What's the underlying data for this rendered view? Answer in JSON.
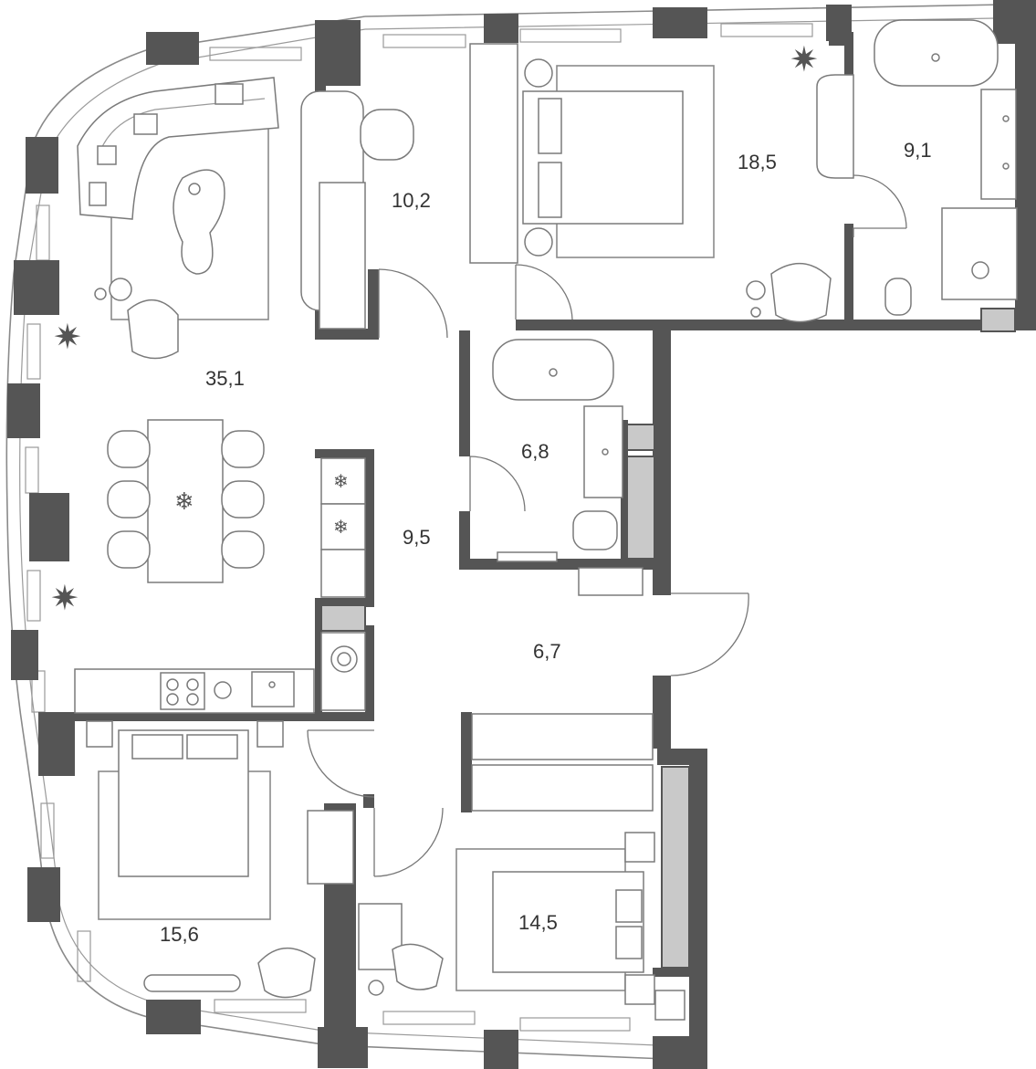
{
  "rooms": [
    {
      "id": "living",
      "area": "35,1"
    },
    {
      "id": "study",
      "area": "10,2"
    },
    {
      "id": "master-bedroom",
      "area": "18,5"
    },
    {
      "id": "master-bathroom",
      "area": "9,1"
    },
    {
      "id": "bathroom",
      "area": "6,8"
    },
    {
      "id": "kitchen",
      "area": "9,5"
    },
    {
      "id": "hall",
      "area": "6,7"
    },
    {
      "id": "bedroom-left",
      "area": "15,6"
    },
    {
      "id": "bedroom-right",
      "area": "14,5"
    }
  ],
  "icons": {
    "fridge": "❄",
    "plant": "✷"
  },
  "colors": {
    "wall": "#555555",
    "shaft": "#c9c9c9"
  }
}
